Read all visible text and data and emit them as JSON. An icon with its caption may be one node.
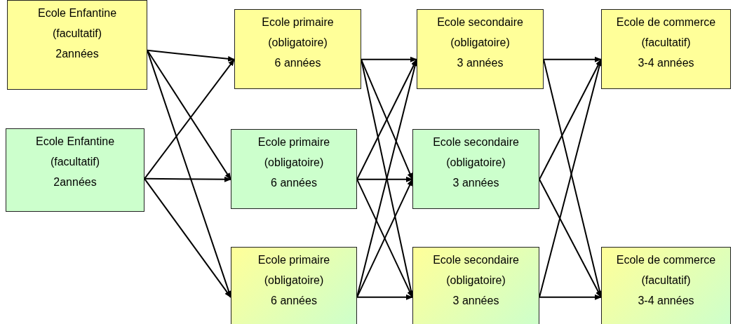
{
  "diagram": {
    "nodes": [
      {
        "text": [
          "Ecole Enfantine",
          "(facultatif)",
          "2années"
        ]
      },
      {
        "text": [
          "Ecole Enfantine",
          "(facultatif)",
          "2années"
        ]
      },
      {
        "text": [
          "Ecole primaire",
          "(obligatoire)",
          "6 années"
        ]
      },
      {
        "text": [
          "Ecole primaire",
          "(obligatoire)",
          "6 années"
        ]
      },
      {
        "text": [
          "Ecole primaire",
          "(obligatoire)",
          "6 années"
        ]
      },
      {
        "text": [
          "Ecole secondaire",
          "(obligatoire)",
          "3 années"
        ]
      },
      {
        "text": [
          "Ecole secondaire",
          "(obligatoire)",
          "3 années"
        ]
      },
      {
        "text": [
          "Ecole secondaire",
          "(obligatoire)",
          "3 années"
        ]
      },
      {
        "text": [
          "Ecole de commerce",
          "(facultatif)",
          "3-4 années"
        ]
      },
      {
        "text": [
          "Ecole de commerce",
          "(facultatif)",
          "3-4 années"
        ]
      }
    ],
    "edges": [
      {
        "from": 0,
        "to": 2,
        "arrow": "to"
      },
      {
        "from": 0,
        "to": 3,
        "arrow": "to"
      },
      {
        "from": 0,
        "to": 4,
        "arrow": "to"
      },
      {
        "from": 1,
        "to": 2,
        "arrow": "to"
      },
      {
        "from": 1,
        "to": 3,
        "arrow": "to"
      },
      {
        "from": 1,
        "to": 4,
        "arrow": "to"
      },
      {
        "from": 2,
        "to": 5,
        "arrow": "to"
      },
      {
        "from": 2,
        "to": 6,
        "arrow": "to"
      },
      {
        "from": 2,
        "to": 7,
        "arrow": "to"
      },
      {
        "from": 3,
        "to": 5,
        "arrow": "to"
      },
      {
        "from": 3,
        "to": 6,
        "arrow": "to"
      },
      {
        "from": 3,
        "to": 7,
        "arrow": "to"
      },
      {
        "from": 4,
        "to": 5,
        "arrow": "to"
      },
      {
        "from": 4,
        "to": 6,
        "arrow": "to"
      },
      {
        "from": 4,
        "to": 7,
        "arrow": "to"
      },
      {
        "from": 5,
        "to": 8,
        "arrow": "to"
      },
      {
        "from": 5,
        "to": 9,
        "arrow": "to"
      },
      {
        "from": 6,
        "to": 8,
        "arrow": "to"
      },
      {
        "from": 6,
        "to": 9,
        "arrow": "to"
      },
      {
        "from": 7,
        "to": 8,
        "arrow": "to"
      },
      {
        "from": 7,
        "to": 9,
        "arrow": "to"
      }
    ]
  }
}
